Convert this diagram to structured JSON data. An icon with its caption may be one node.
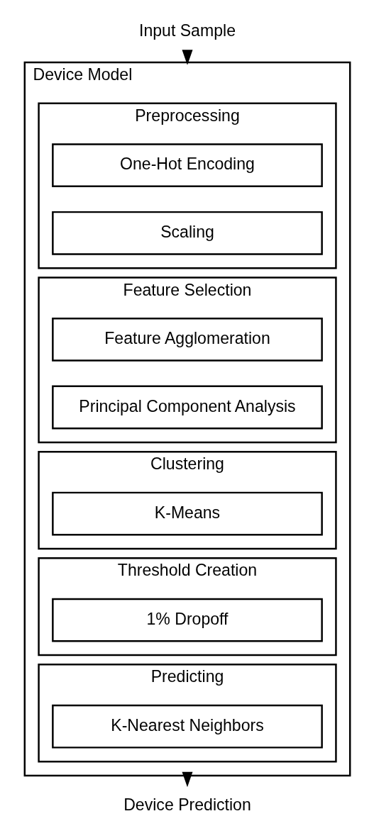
{
  "diagram": {
    "nodes": [
      {
        "text": [
          "Input Sample"
        ]
      },
      {
        "text": [
          "Device Model"
        ]
      },
      {
        "text": [
          "Preprocessing"
        ],
        "in": 1
      },
      {
        "text": [
          "One-Hot Encoding"
        ],
        "in": 2
      },
      {
        "text": [
          "Scaling"
        ],
        "in": 2
      },
      {
        "text": [
          "Feature Selection"
        ],
        "in": 1
      },
      {
        "text": [
          "Feature Agglomeration"
        ],
        "in": 5
      },
      {
        "text": [
          "Principal Component Analysis"
        ],
        "in": 5
      },
      {
        "text": [
          "Clustering"
        ],
        "in": 1
      },
      {
        "text": [
          "K-Means"
        ],
        "in": 8
      },
      {
        "text": [
          "Threshold Creation"
        ],
        "in": 1
      },
      {
        "text": [
          "1% Dropoff"
        ],
        "in": 10
      },
      {
        "text": [
          "Predicting"
        ],
        "in": 1
      },
      {
        "text": [
          "K-Nearest Neighbors"
        ],
        "in": 12
      },
      {
        "text": [
          "Device Prediction"
        ]
      }
    ],
    "edges": [
      {
        "from": 0,
        "to": 1,
        "arrow": "to"
      },
      {
        "from": 1,
        "to": 14,
        "arrow": "to"
      }
    ]
  }
}
